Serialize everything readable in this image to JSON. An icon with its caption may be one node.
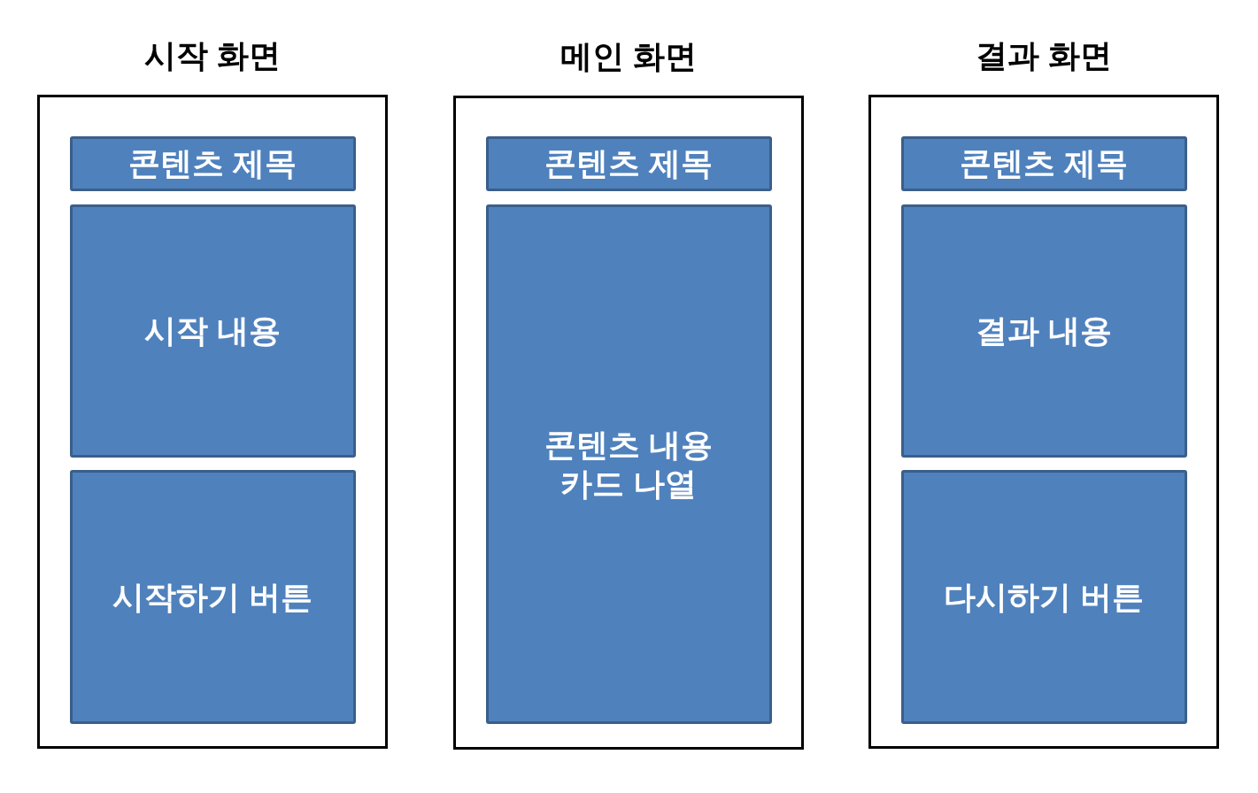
{
  "diagram": {
    "nodes": [
      {
        "text": [
          "시작 화면"
        ]
      },
      {
        "text": [
          "콘텐츠 제목"
        ],
        "in": 0
      },
      {
        "text": [
          "시작 내용"
        ],
        "in": 0
      },
      {
        "text": [
          "시작하기 버튼"
        ],
        "in": 0
      },
      {
        "text": [
          "메인 화면"
        ]
      },
      {
        "text": [
          "콘텐츠 제목"
        ],
        "in": 4
      },
      {
        "text": [
          "콘텐츠 내용 카드 나열"
        ],
        "in": 4
      },
      {
        "text": [
          "결과 화면"
        ]
      },
      {
        "text": [
          "콘텐츠 제목"
        ],
        "in": 7
      },
      {
        "text": [
          "결과 내용"
        ],
        "in": 7
      },
      {
        "text": [
          "다시하기 버튼"
        ],
        "in": 7
      }
    ]
  }
}
